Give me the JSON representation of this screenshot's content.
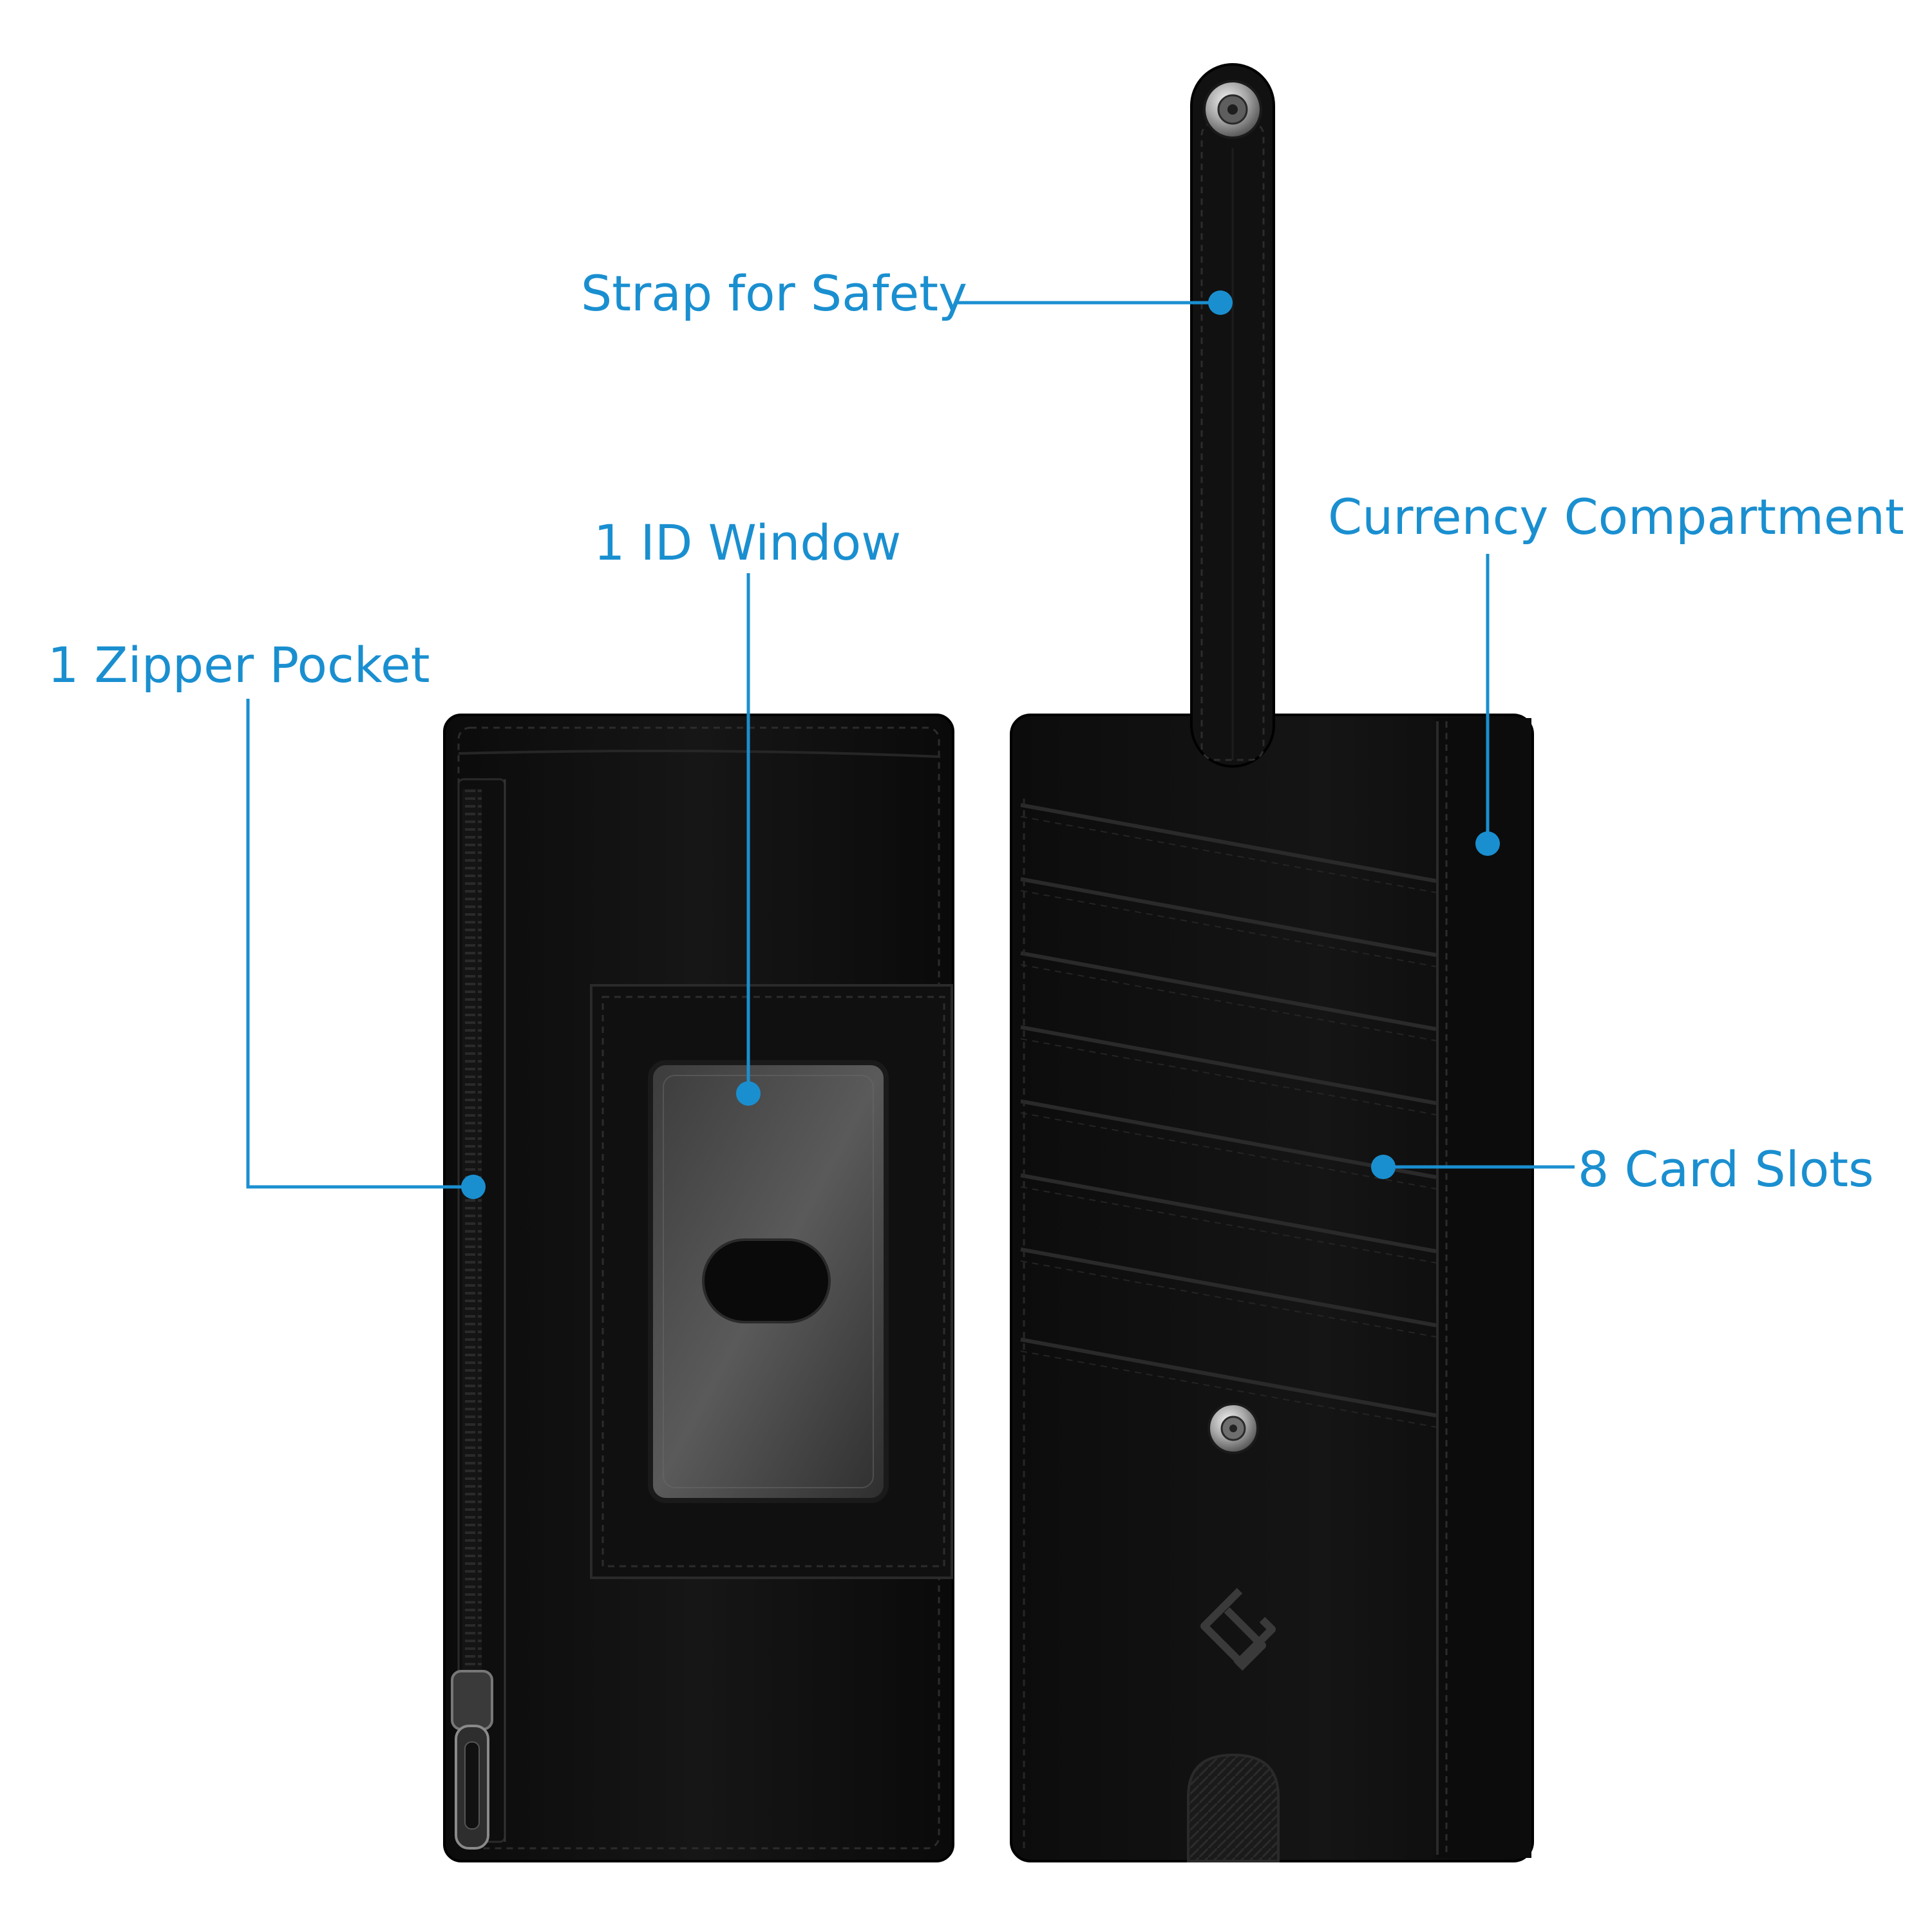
{
  "accent_color": "#1a8fd0",
  "callouts": {
    "strap": "Strap for Safety",
    "id_window": "1 ID Window",
    "currency": "Currency Compartment",
    "zipper": "1 Zipper Pocket",
    "card_slots": "8 Card Slots"
  },
  "card_slot_count": 8,
  "brand_logo": "fintie-logo-icon"
}
